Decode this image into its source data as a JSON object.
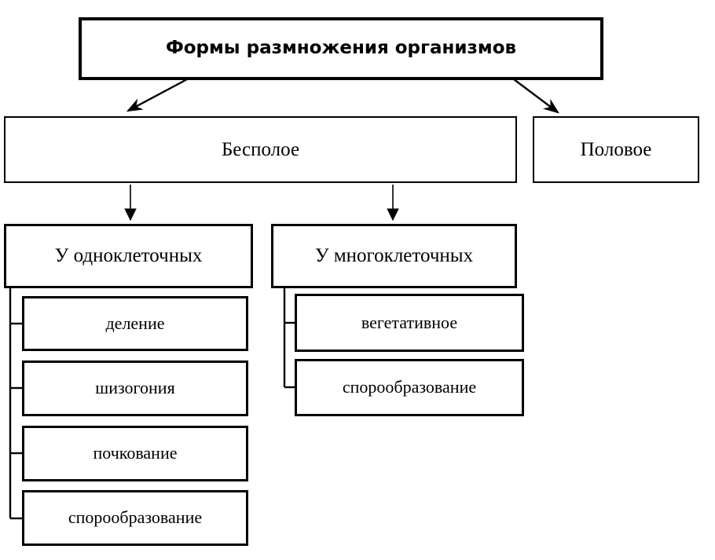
{
  "diagram": {
    "title": "Формы размножения организмов",
    "language": "ru",
    "background_color": "#ffffff",
    "line_color": "#000000",
    "text_color": "#000000",
    "root": {
      "label": "Формы размножения организмов"
    },
    "level1": [
      {
        "id": "asexual",
        "label": "Бесполое"
      },
      {
        "id": "sexual",
        "label": "Половое"
      }
    ],
    "level2": [
      {
        "id": "unicellular",
        "label": "У одноклеточных"
      },
      {
        "id": "multicellular",
        "label": "У многоклеточных"
      }
    ],
    "unicellular_forms": [
      {
        "label": "деление"
      },
      {
        "label": "шизогония"
      },
      {
        "label": "почкование"
      },
      {
        "label": "спорообразование"
      }
    ],
    "multicellular_forms": [
      {
        "label": "вегетативное"
      },
      {
        "label": "спорообразование"
      }
    ],
    "connectors": {
      "arrow_root_to_asexual": "arrow-diagonal-down-left-icon",
      "arrow_root_to_sexual": "arrow-diagonal-down-right-icon",
      "arrow_asexual_to_unicellular": "arrow-down-icon",
      "arrow_asexual_to_multicellular": "arrow-down-icon",
      "bracket_unicellular": "bracket-icon",
      "bracket_multicellular": "bracket-icon"
    }
  }
}
